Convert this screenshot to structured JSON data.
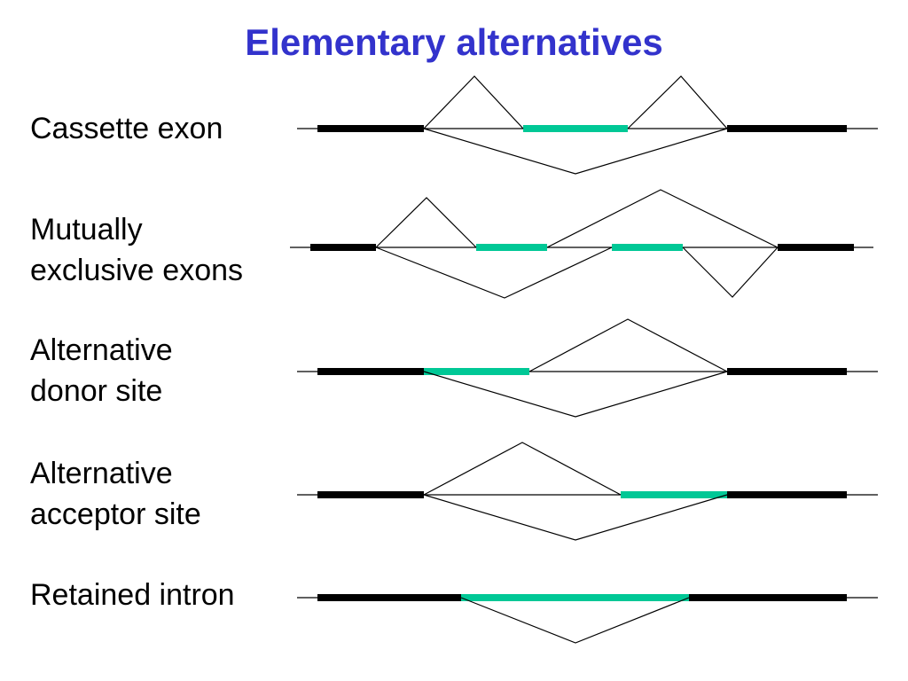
{
  "title": "Elementary alternatives",
  "colors": {
    "title": "#3333cc",
    "constitutive_exon": "#000000",
    "alternative_exon": "#00c896",
    "line": "#000000"
  },
  "rows": [
    {
      "label": "Cassette exon"
    },
    {
      "label": "Mutually\nexclusive exons"
    },
    {
      "label": "Alternative\ndonor site"
    },
    {
      "label": "Alternative\nacceptor site"
    },
    {
      "label": "Retained intron"
    }
  ]
}
